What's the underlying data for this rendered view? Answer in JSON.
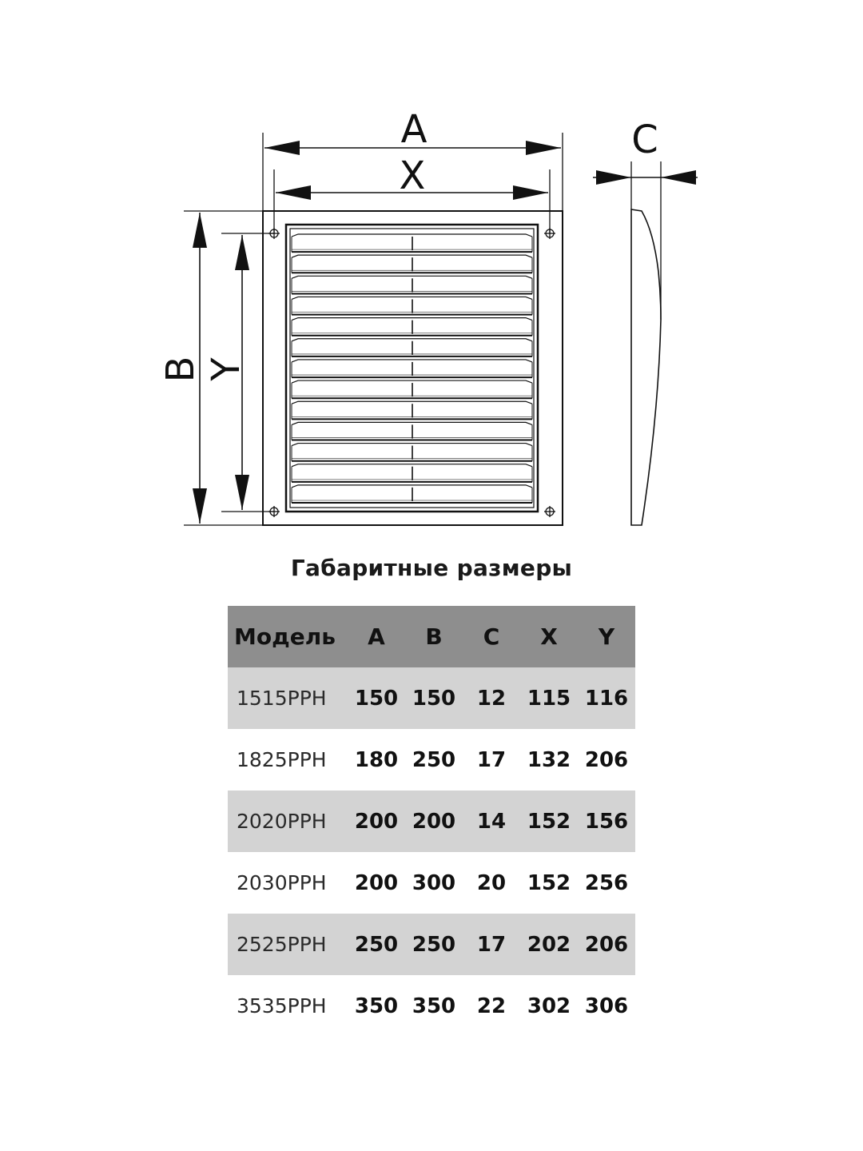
{
  "diagram": {
    "labels": {
      "A": "A",
      "X": "X",
      "B": "B",
      "Y": "Y",
      "C": "C"
    },
    "slat_count": 13,
    "line_color": "#111111"
  },
  "caption": "Габаритные размеры",
  "table": {
    "headers": [
      "Модель",
      "A",
      "B",
      "C",
      "X",
      "Y"
    ],
    "rows": [
      {
        "model": "1515PPH",
        "A": "150",
        "B": "150",
        "C": "12",
        "X": "115",
        "Y": "116"
      },
      {
        "model": "1825PPH",
        "A": "180",
        "B": "250",
        "C": "17",
        "X": "132",
        "Y": "206"
      },
      {
        "model": "2020PPH",
        "A": "200",
        "B": "200",
        "C": "14",
        "X": "152",
        "Y": "156"
      },
      {
        "model": "2030PPH",
        "A": "200",
        "B": "300",
        "C": "20",
        "X": "152",
        "Y": "256"
      },
      {
        "model": "2525PPH",
        "A": "250",
        "B": "250",
        "C": "17",
        "X": "202",
        "Y": "206"
      },
      {
        "model": "3535PPH",
        "A": "350",
        "B": "350",
        "C": "22",
        "X": "302",
        "Y": "306"
      }
    ],
    "header_bg": "#8e8e8e",
    "stripe_bg": "#d3d3d3"
  }
}
